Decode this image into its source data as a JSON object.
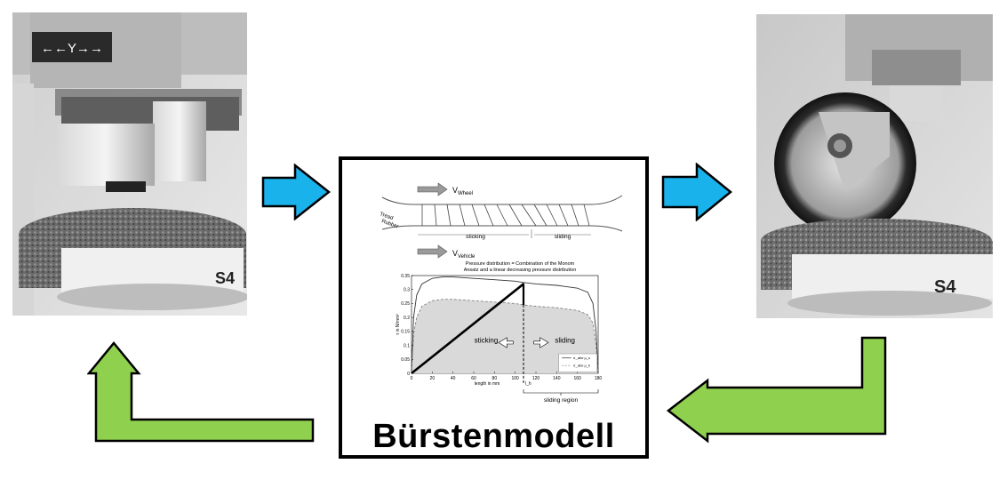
{
  "colors": {
    "arrow_blue": "#19b2ea",
    "arrow_green": "#8fd14f",
    "border": "#000000"
  },
  "left_photo": {
    "display_label": "←←Y→→",
    "description_icon": "test-rig-flat-specimen"
  },
  "right_photo": {
    "stamp": "S4",
    "description_icon": "test-rig-wheel"
  },
  "model": {
    "title": "Bürstenmodell",
    "schematic": {
      "v_wheel_label": "V",
      "v_wheel_sub": "Wheel",
      "v_vehicle_label": "V",
      "v_vehicle_sub": "Vehicle",
      "tread_label_1": "Tread",
      "tread_label_2": "Rubber",
      "sticking_label": "sticking",
      "sliding_label": "sliding"
    },
    "chart": {
      "title_line1": "Pressure distribution = Combination of the Monom",
      "title_line2": "Ansatz and a linear decreasing pressure distribution",
      "xlabel": "length in mm",
      "ylabel": "τ in N/mm²",
      "sticking_text": "sticking",
      "sliding_text": "sliding",
      "region_label": "sliding region",
      "marker_label": "l_h",
      "legend": [
        "σ_abs·μ_s",
        "σ_abs·μ_k"
      ]
    }
  },
  "chart_data": {
    "type": "line",
    "title": "Pressure distribution = Combination of the Monom Ansatz and a linear decreasing pressure distribution",
    "xlabel": "length in mm",
    "ylabel": "τ in N/mm²",
    "xlim": [
      0,
      180
    ],
    "ylim": [
      0,
      0.35
    ],
    "x_ticks": [
      0,
      20,
      40,
      60,
      80,
      100,
      120,
      140,
      160,
      180
    ],
    "y_ticks": [
      0,
      0.05,
      0.1,
      0.15,
      0.2,
      0.25,
      0.3,
      0.35
    ],
    "series": [
      {
        "name": "σ_abs·μ_s",
        "style": "solid",
        "x": [
          0,
          2,
          5,
          10,
          20,
          30,
          40,
          60,
          80,
          100,
          108,
          120,
          140,
          160,
          170,
          175,
          178,
          180
        ],
        "y": [
          0,
          0.2,
          0.28,
          0.32,
          0.34,
          0.345,
          0.345,
          0.34,
          0.335,
          0.33,
          0.325,
          0.32,
          0.315,
          0.305,
          0.29,
          0.25,
          0.15,
          0
        ]
      },
      {
        "name": "σ_abs·μ_k",
        "style": "dashed",
        "x": [
          0,
          2,
          5,
          10,
          20,
          30,
          40,
          60,
          80,
          100,
          108,
          120,
          140,
          160,
          170,
          175,
          178,
          180
        ],
        "y": [
          0,
          0.14,
          0.2,
          0.24,
          0.26,
          0.265,
          0.265,
          0.26,
          0.255,
          0.25,
          0.245,
          0.24,
          0.235,
          0.225,
          0.21,
          0.18,
          0.1,
          0
        ]
      },
      {
        "name": "",
        "style": "bold-line",
        "x": [
          0,
          108
        ],
        "y": [
          0,
          0.32
        ]
      }
    ],
    "sliding_start_x": 108,
    "grid": false,
    "legend_position": "bottom-right"
  }
}
